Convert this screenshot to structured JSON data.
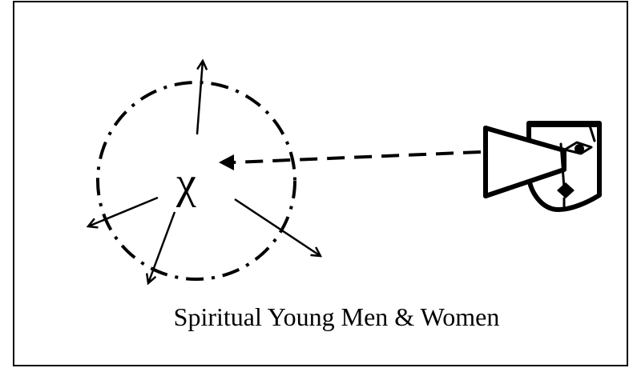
{
  "diagram": {
    "center_symbol": "χ",
    "caption": "Spiritual Young Men & Women",
    "icons": {
      "observer": "face-with-megaphone-icon",
      "circle": "dash-dot-circle",
      "arrows": "radiating-arrows"
    },
    "colors": {
      "ink": "#000000",
      "background": "#ffffff"
    }
  }
}
